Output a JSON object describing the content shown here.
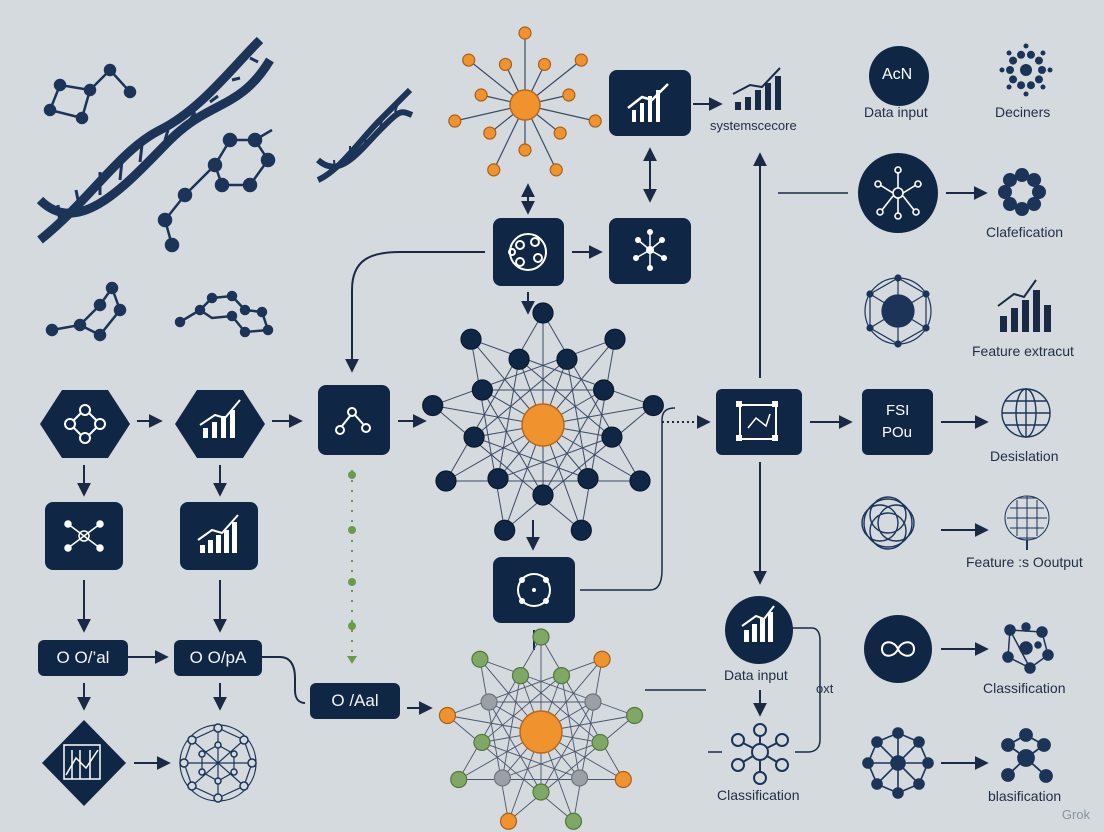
{
  "colors": {
    "background": "#d5dadf",
    "navy": "#0f2744",
    "orange": "#f0922e",
    "green": "#7fa866",
    "gray_node": "#9aa0a6",
    "dotted_green": "#6a9a4e"
  },
  "labels": {
    "systemscore": "systemscecore",
    "data_input_top": "Data input",
    "deciners": "Deciners",
    "clafefication": "Clafefication",
    "feature_extracut": "Feature extracut",
    "desislation": "Desislation",
    "feature_output": "Feature :s Ooutput",
    "classification_right": "Classification",
    "blasification": "blasification",
    "data_input_bottom": "Data input",
    "classification_bottom": "Classification",
    "oxt": "oxt"
  },
  "pills": {
    "left": "O O/’al",
    "middle": "O O/pA",
    "lower": "O /Aal"
  },
  "box_text": {
    "acn": "AcN",
    "fsi": "FSI",
    "pou": "POu"
  },
  "watermark": "Grok"
}
